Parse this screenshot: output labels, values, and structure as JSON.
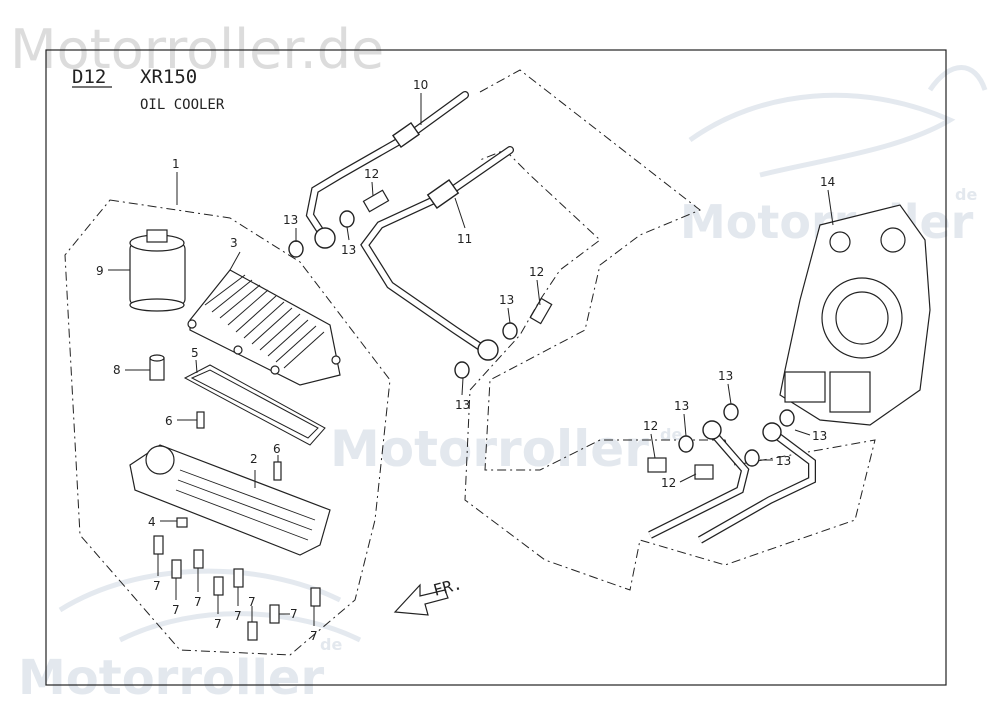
{
  "watermarks": {
    "top": "Motorroller.de",
    "right": "Motorroller",
    "right_suffix": "de",
    "center": "Motorroller",
    "center_suffix": "de",
    "bottom_left": "Motorroller",
    "bottom_left_suffix": "de"
  },
  "header": {
    "code": "D12",
    "model": "XR150",
    "subtitle": "OIL COOLER"
  },
  "direction_label": "FR.",
  "callouts": [
    {
      "id": "c1",
      "text": "1"
    },
    {
      "id": "c2",
      "text": "2"
    },
    {
      "id": "c3",
      "text": "3"
    },
    {
      "id": "c4",
      "text": "4"
    },
    {
      "id": "c5",
      "text": "5"
    },
    {
      "id": "c6a",
      "text": "6"
    },
    {
      "id": "c6b",
      "text": "6"
    },
    {
      "id": "c7a",
      "text": "7"
    },
    {
      "id": "c7b",
      "text": "7"
    },
    {
      "id": "c7c",
      "text": "7"
    },
    {
      "id": "c7d",
      "text": "7"
    },
    {
      "id": "c7e",
      "text": "7"
    },
    {
      "id": "c7f",
      "text": "7"
    },
    {
      "id": "c7g",
      "text": "7"
    },
    {
      "id": "c7h",
      "text": "7"
    },
    {
      "id": "c8",
      "text": "8"
    },
    {
      "id": "c9",
      "text": "9"
    },
    {
      "id": "c10",
      "text": "10"
    },
    {
      "id": "c11",
      "text": "11"
    },
    {
      "id": "c12a",
      "text": "12"
    },
    {
      "id": "c12b",
      "text": "12"
    },
    {
      "id": "c12c",
      "text": "12"
    },
    {
      "id": "c12d",
      "text": "12"
    },
    {
      "id": "c13a",
      "text": "13"
    },
    {
      "id": "c13b",
      "text": "13"
    },
    {
      "id": "c13c",
      "text": "13"
    },
    {
      "id": "c13d",
      "text": "13"
    },
    {
      "id": "c13e",
      "text": "13"
    },
    {
      "id": "c13f",
      "text": "13"
    },
    {
      "id": "c13g",
      "text": "13"
    },
    {
      "id": "c13h",
      "text": "13"
    },
    {
      "id": "c14",
      "text": "14"
    }
  ]
}
